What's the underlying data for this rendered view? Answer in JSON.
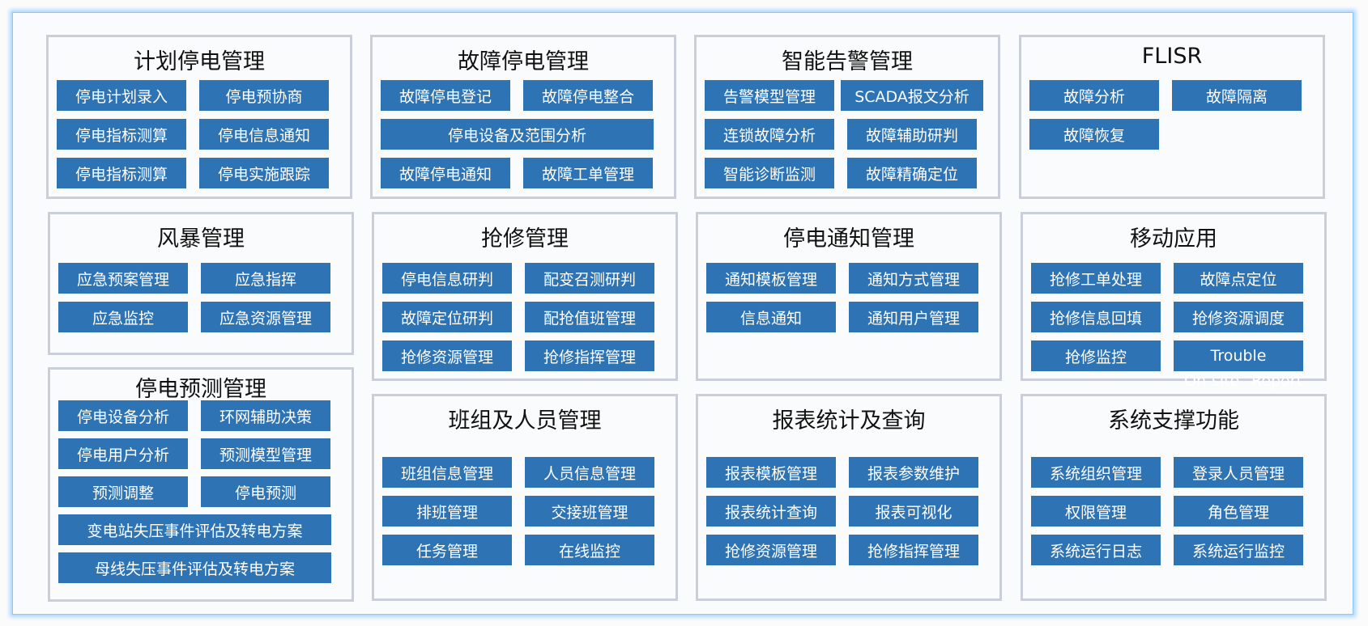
{
  "colors": {
    "button": "#2e74b5",
    "panel_border": "#c9ced8",
    "frame_glow": "#a9d6fd"
  },
  "panels": [
    {
      "title": "计划停电管理",
      "buttons": [
        "停电计划录入",
        "停电预协商",
        "停电指标测算",
        "停电信息通知",
        "停电指标测算",
        "停电实施跟踪"
      ]
    },
    {
      "title": "故障停电管理",
      "buttons": [
        "故障停电登记",
        "故障停电整合",
        "停电设备及范围分析",
        "故障停电通知",
        "故障工单管理"
      ]
    },
    {
      "title": "智能告警管理",
      "buttons": [
        "告警模型管理",
        "SCADA报文分析",
        "连锁故障分析",
        "故障辅助研判",
        "智能诊断监测",
        "故障精确定位"
      ]
    },
    {
      "title": "FLISR",
      "buttons": [
        "故障分析",
        "故障隔离",
        "故障恢复"
      ]
    },
    {
      "title": "风暴管理",
      "buttons": [
        "应急预案管理",
        "应急指挥",
        "应急监控",
        "应急资源管理"
      ]
    },
    {
      "title": "抢修管理",
      "buttons": [
        "停电信息研判",
        "配变召测研判",
        "故障定位研判",
        "配抢值班管理",
        "抢修资源管理",
        "抢修指挥管理"
      ]
    },
    {
      "title": "停电通知管理",
      "buttons": [
        "通知模板管理",
        "通知方式管理",
        "信息通知",
        "通知用户管理"
      ]
    },
    {
      "title": "移动应用",
      "buttons": [
        "抢修工单处理",
        "故障点定位",
        "抢修信息回填",
        "抢修资源调度",
        "抢修监控",
        "Trouble"
      ],
      "overlay": [
        "On-site",
        "Report"
      ]
    },
    {
      "title": "停电预测管理",
      "buttons": [
        "停电设备分析",
        "环网辅助决策",
        "停电用户分析",
        "预测模型管理",
        "预测调整",
        "停电预测",
        "变电站失压事件评估及转电方案",
        "母线失压事件评估及转电方案"
      ]
    },
    {
      "title": "班组及人员管理",
      "buttons": [
        "班组信息管理",
        "人员信息管理",
        "排班管理",
        "交接班管理",
        "任务管理",
        "在线监控"
      ]
    },
    {
      "title": "报表统计及查询",
      "buttons": [
        "报表模板管理",
        "报表参数维护",
        "报表统计查询",
        "报表可视化",
        "抢修资源管理",
        "抢修指挥管理"
      ]
    },
    {
      "title": "系统支撑功能",
      "buttons": [
        "系统组织管理",
        "登录人员管理",
        "权限管理",
        "角色管理",
        "系统运行日志",
        "系统运行监控"
      ]
    }
  ]
}
